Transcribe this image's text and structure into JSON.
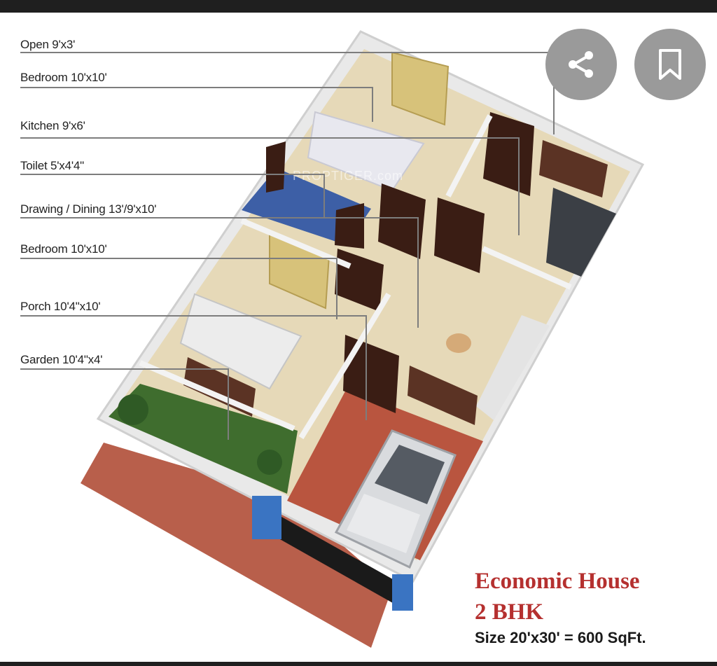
{
  "labels": [
    "Open 9'x3'",
    "Bedroom 10'x10'",
    "Kitchen 9'x6'",
    "Toilet 5'x4'4\"",
    "Drawing / Dining 13'/9'x10'",
    "Bedroom 10'x10'",
    "Porch 10'4\"x10'",
    "Garden 10'4\"x4'"
  ],
  "watermark": "PROPTIGER.com",
  "title_line1": "Economic House",
  "title_line2": "2 BHK",
  "size_text": "Size 20'x30' = 600 SqFt.",
  "icons": {
    "share": "share-icon",
    "bookmark": "bookmark-icon"
  },
  "colors": {
    "title": "#b5302f",
    "leader": "#7d7d7d",
    "button": "#9a9a9a"
  }
}
